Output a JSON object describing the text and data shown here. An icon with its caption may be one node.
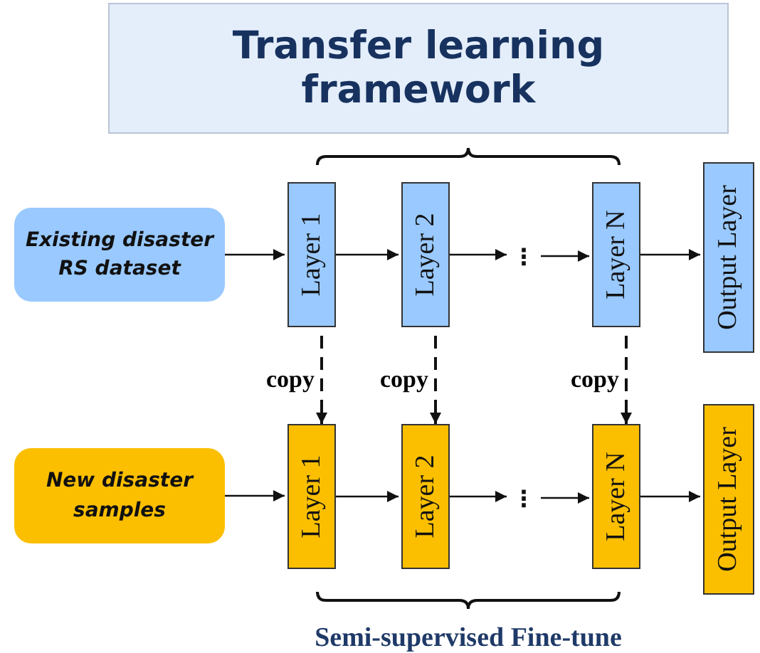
{
  "diagram": {
    "caption": "Semi-supervised Fine-tune",
    "nodes": [
      {
        "text": [
          "Transfer learning framework"
        ]
      },
      {
        "text": [
          "Existing disaster RS dataset"
        ]
      },
      {
        "text": [
          "Layer 1"
        ]
      },
      {
        "text": [
          "Layer 2"
        ]
      },
      {
        "text": [
          "⋮"
        ]
      },
      {
        "text": [
          "Layer N"
        ]
      },
      {
        "text": [
          "Output Layer"
        ]
      },
      {
        "text": [
          "New disaster samples"
        ]
      },
      {
        "text": [
          "Layer 1"
        ]
      },
      {
        "text": [
          "Layer 2"
        ]
      },
      {
        "text": [
          "⋮"
        ]
      },
      {
        "text": [
          "Layer N"
        ]
      },
      {
        "text": [
          "Output Layer"
        ]
      }
    ],
    "edges": [
      {
        "from": 1,
        "to": 2,
        "arrow": "to"
      },
      {
        "from": 2,
        "to": 3,
        "arrow": "to"
      },
      {
        "from": 3,
        "to": 4,
        "arrow": "to"
      },
      {
        "from": 4,
        "to": 5,
        "arrow": "to"
      },
      {
        "from": 5,
        "to": 6,
        "arrow": "to"
      },
      {
        "from": 7,
        "to": 8,
        "arrow": "to"
      },
      {
        "from": 8,
        "to": 9,
        "arrow": "to"
      },
      {
        "from": 9,
        "to": 10,
        "arrow": "to"
      },
      {
        "from": 10,
        "to": 11,
        "arrow": "to"
      },
      {
        "from": 11,
        "to": 12,
        "arrow": "to"
      },
      {
        "from": 2,
        "to": 8,
        "arrow": "to",
        "label": "copy",
        "style": "dashed"
      },
      {
        "from": 3,
        "to": 9,
        "arrow": "to",
        "label": "copy",
        "style": "dashed"
      },
      {
        "from": 5,
        "to": 11,
        "arrow": "to",
        "label": "copy",
        "style": "dashed"
      }
    ]
  }
}
